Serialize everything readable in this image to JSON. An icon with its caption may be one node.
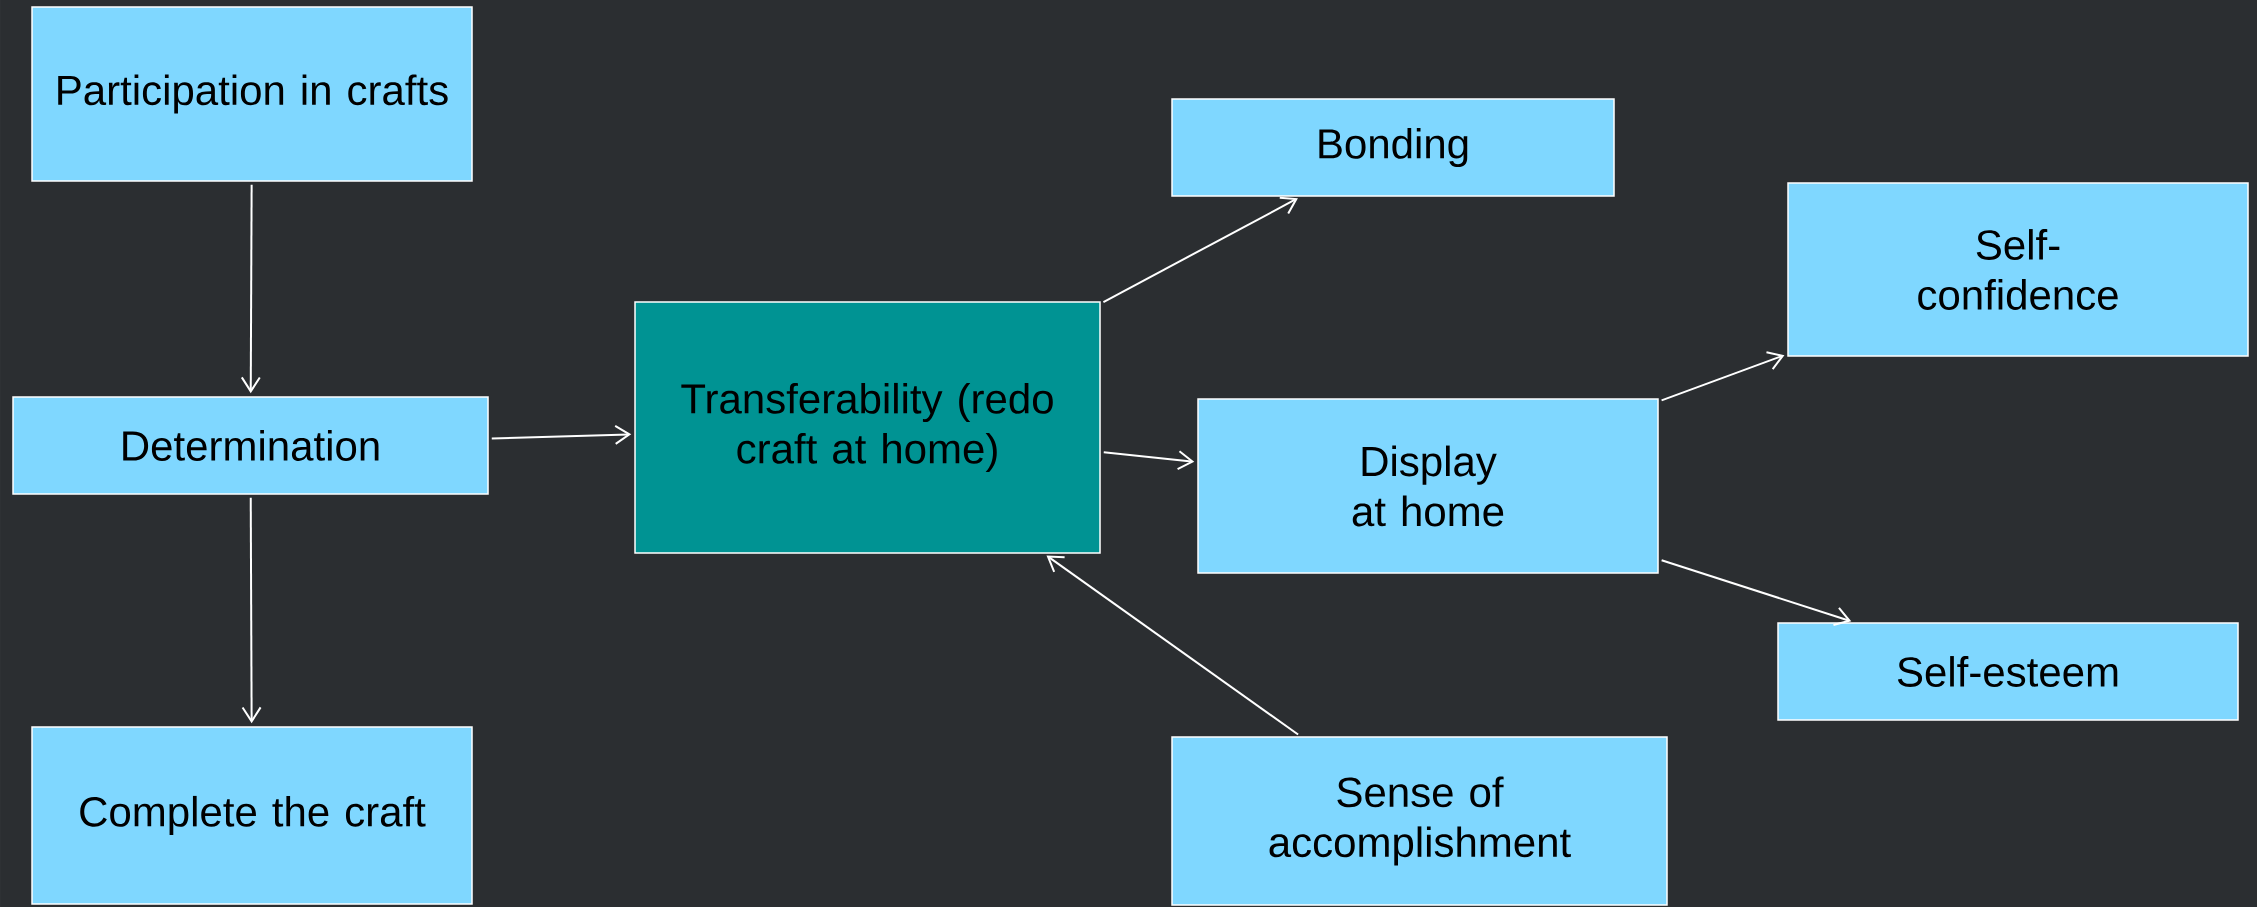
{
  "diagram": {
    "nodes": [
      {
        "text": [
          "Participation in crafts"
        ]
      },
      {
        "text": [
          "Determination"
        ]
      },
      {
        "text": [
          "Complete the craft"
        ]
      },
      {
        "text": [
          "Transferability (redo craft at home)"
        ]
      },
      {
        "text": [
          "Bonding"
        ]
      },
      {
        "text": [
          "Display at home"
        ]
      },
      {
        "text": [
          "Self-confidence"
        ]
      },
      {
        "text": [
          "Self-esteem"
        ]
      },
      {
        "text": [
          "Sense of accomplishment"
        ]
      }
    ],
    "edges": [
      {
        "from": 0,
        "to": 1,
        "arrow": "to"
      },
      {
        "from": 1,
        "to": 2,
        "arrow": "to"
      },
      {
        "from": 1,
        "to": 3,
        "arrow": "to"
      },
      {
        "from": 3,
        "to": 4,
        "arrow": "to"
      },
      {
        "from": 3,
        "to": 5,
        "arrow": "to"
      },
      {
        "from": 8,
        "to": 3,
        "arrow": "to"
      },
      {
        "from": 5,
        "to": 6,
        "arrow": "to"
      },
      {
        "from": 5,
        "to": 7,
        "arrow": "to"
      }
    ]
  }
}
